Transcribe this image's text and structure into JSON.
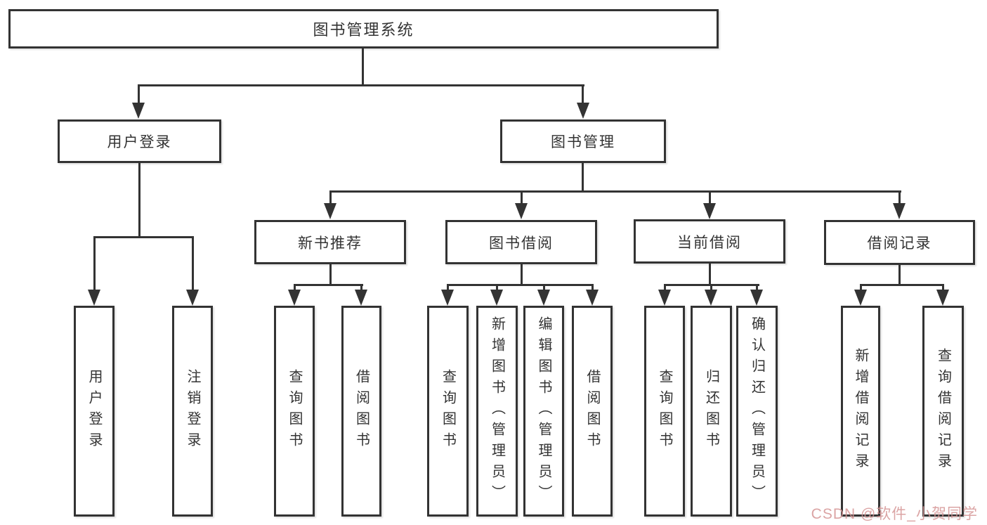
{
  "diagram": {
    "root": "图书管理系统",
    "branches": [
      {
        "label": "用户登录",
        "leaves": [
          "用户登录",
          "注销登录"
        ]
      },
      {
        "label": "图书管理",
        "groups": [
          {
            "label": "新书推荐",
            "leaves": [
              "查询图书",
              "借阅图书"
            ]
          },
          {
            "label": "图书借阅",
            "leaves": [
              "查询图书",
              "新增图书（管理员）",
              "编辑图书（管理员）",
              "借阅图书"
            ]
          },
          {
            "label": "当前借阅",
            "leaves": [
              "查询图书",
              "归还图书",
              "确认归还（管理员）"
            ]
          },
          {
            "label": "借阅记录",
            "leaves": [
              "新增借阅记录",
              "查询借阅记录"
            ]
          }
        ]
      }
    ]
  },
  "watermark": {
    "text": "CSDN @软件_小贺同学",
    "color": "#d59494"
  },
  "colors": {
    "line": "#333333",
    "text": "#333333",
    "background": "#ffffff"
  }
}
